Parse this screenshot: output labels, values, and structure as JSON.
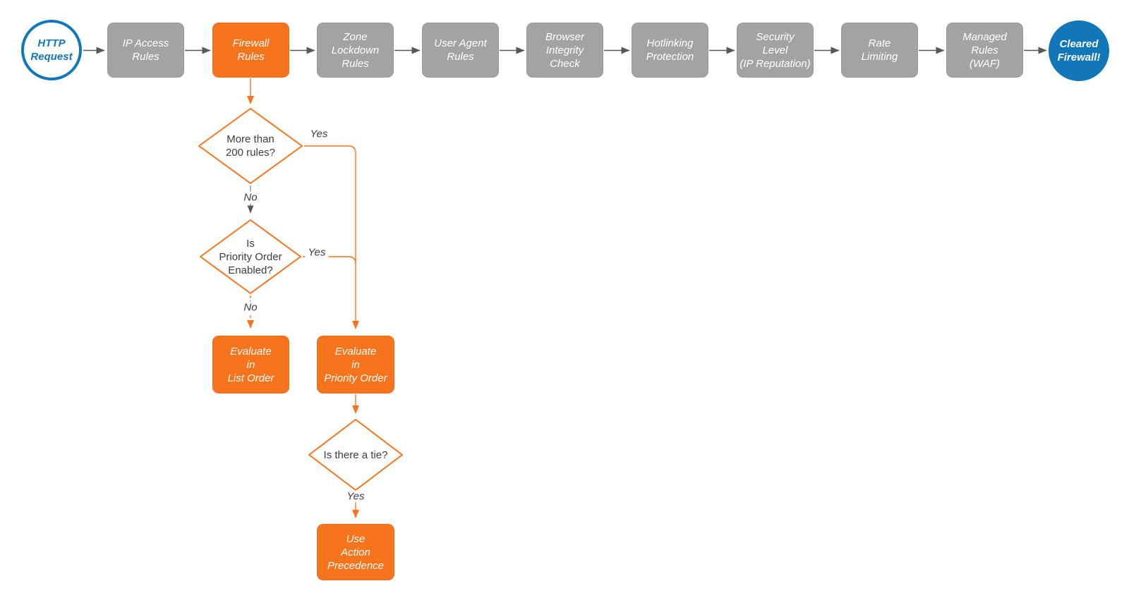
{
  "colors": {
    "orange": "#F7741D",
    "gray": "#A3A3A3",
    "blue": "#1177B8",
    "arrow": "#575757",
    "text_dark": "#3D3D3D",
    "white": "#FFFFFF",
    "canvas": "#FFFFFF"
  },
  "flow": {
    "start": {
      "label": "HTTP\nRequest"
    },
    "pipeline": [
      {
        "label": "IP Access\nRules",
        "highlighted": false
      },
      {
        "label": "Firewall\nRules",
        "highlighted": true
      },
      {
        "label": "Zone\nLockdown\nRules",
        "highlighted": false
      },
      {
        "label": "User Agent\nRules",
        "highlighted": false
      },
      {
        "label": "Browser\nIntegrity\nCheck",
        "highlighted": false
      },
      {
        "label": "Hotlinking\nProtection",
        "highlighted": false
      },
      {
        "label": "Security\nLevel\n(IP Reputation)",
        "highlighted": false
      },
      {
        "label": "Rate\nLimiting",
        "highlighted": false
      },
      {
        "label": "Managed\nRules\n(WAF)",
        "highlighted": false
      }
    ],
    "end": {
      "label": "Cleared\nFirewall!"
    },
    "decisions": [
      {
        "label": "More than\n200 rules?",
        "yes_label": "Yes",
        "no_label": "No"
      },
      {
        "label": "Is\nPriority Order\nEnabled?",
        "yes_label": "Yes",
        "no_label": "No"
      },
      {
        "label": "Is there a tie?",
        "yes_label": "Yes"
      }
    ],
    "actions": [
      {
        "label": "Evaluate\nin\nList Order"
      },
      {
        "label": "Evaluate\nin\nPriority Order"
      },
      {
        "label": "Use\nAction\nPrecedence"
      }
    ]
  }
}
